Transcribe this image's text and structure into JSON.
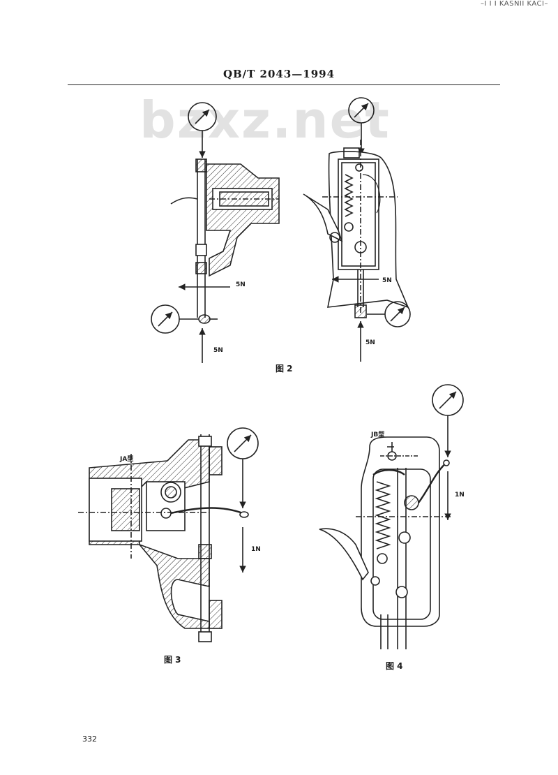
{
  "header": {
    "corner_mark": "–I I I KASNII KACI–",
    "standard_code": "QB/T 2043—1994"
  },
  "watermark": {
    "text": "bzxz.net"
  },
  "figure2": {
    "caption": "图 2",
    "left_force_label": "5N",
    "left_bottom_force_label": "5N",
    "right_force_label": "5N",
    "right_bottom_force_label": "5N"
  },
  "figure3": {
    "caption": "图 3",
    "type_label": "JA型",
    "force_label": "1N"
  },
  "figure4": {
    "caption": "图 4",
    "type_label": "JB型",
    "force_label": "1N"
  },
  "footer": {
    "page_number": "332"
  }
}
